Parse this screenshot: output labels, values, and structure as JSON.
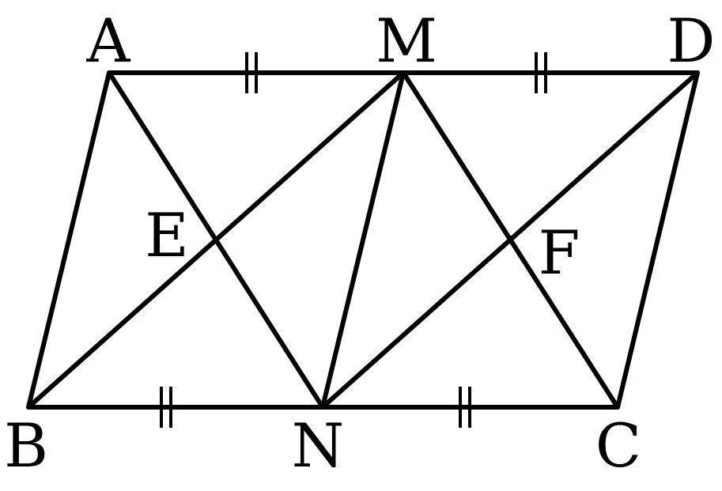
{
  "figure": {
    "labels": {
      "A": "A",
      "M": "M",
      "D": "D",
      "B": "B",
      "N": "N",
      "C": "C",
      "E": "E",
      "F": "F"
    },
    "segments": [
      "AM",
      "MD",
      "BN",
      "NC",
      "AB",
      "DC",
      "AN",
      "BM",
      "MN",
      "MC",
      "ND"
    ],
    "equal_length_marks": {
      "symbol": "double-tick",
      "segments": [
        "AM",
        "MD",
        "BN",
        "NC"
      ]
    },
    "intersections": {
      "E": [
        "AN",
        "BM"
      ],
      "F": [
        "MC",
        "ND"
      ]
    }
  }
}
